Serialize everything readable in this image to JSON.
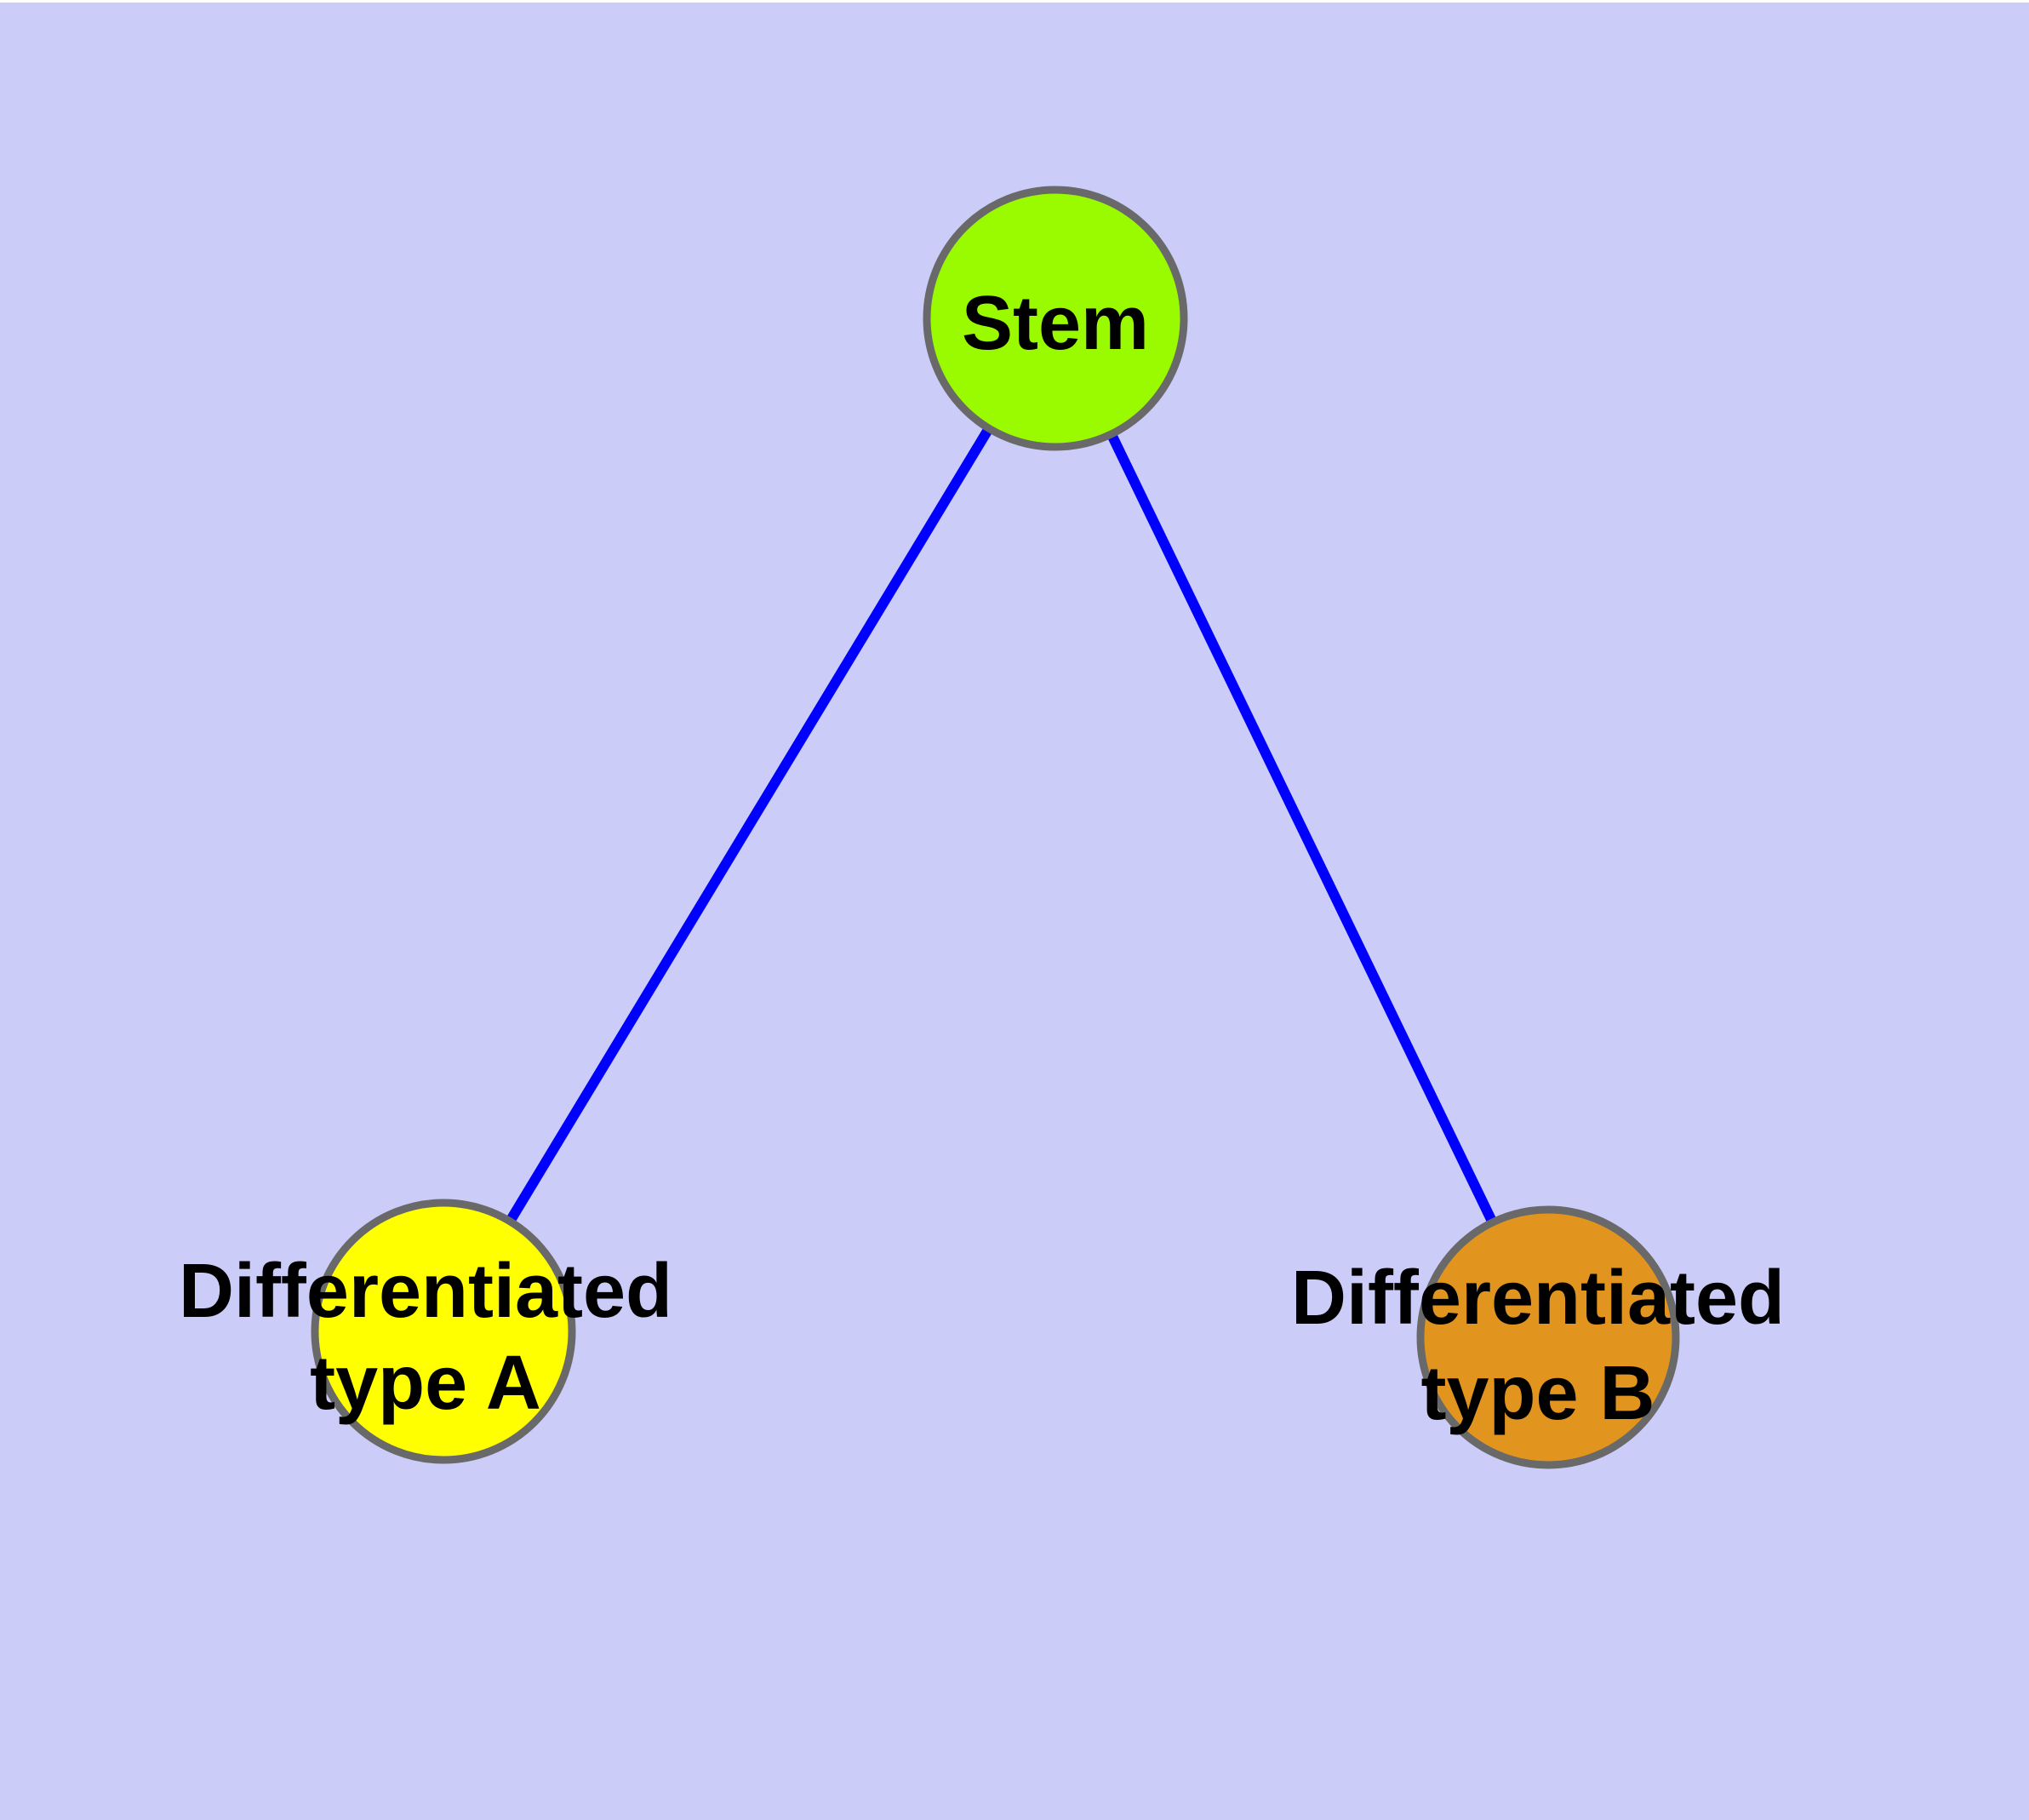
{
  "diagram": {
    "type": "graph",
    "colors": {
      "background": "#CCCCF8",
      "edge": "#0000FF",
      "node_border": "#696969",
      "label": "#000000",
      "stem_fill": "#9AFA00",
      "type_a_fill": "#FFFF00",
      "type_b_fill": "#E2951E"
    },
    "nodes": [
      {
        "id": "stem",
        "label": "Stem"
      },
      {
        "id": "type-a",
        "label_line1": "Differentiated",
        "label_line2": "type A"
      },
      {
        "id": "type-b",
        "label_line1": "Differentiated",
        "label_line2": "type B"
      }
    ],
    "edges": [
      {
        "from": "stem",
        "to": "type-a"
      },
      {
        "from": "stem",
        "to": "type-b"
      }
    ]
  }
}
